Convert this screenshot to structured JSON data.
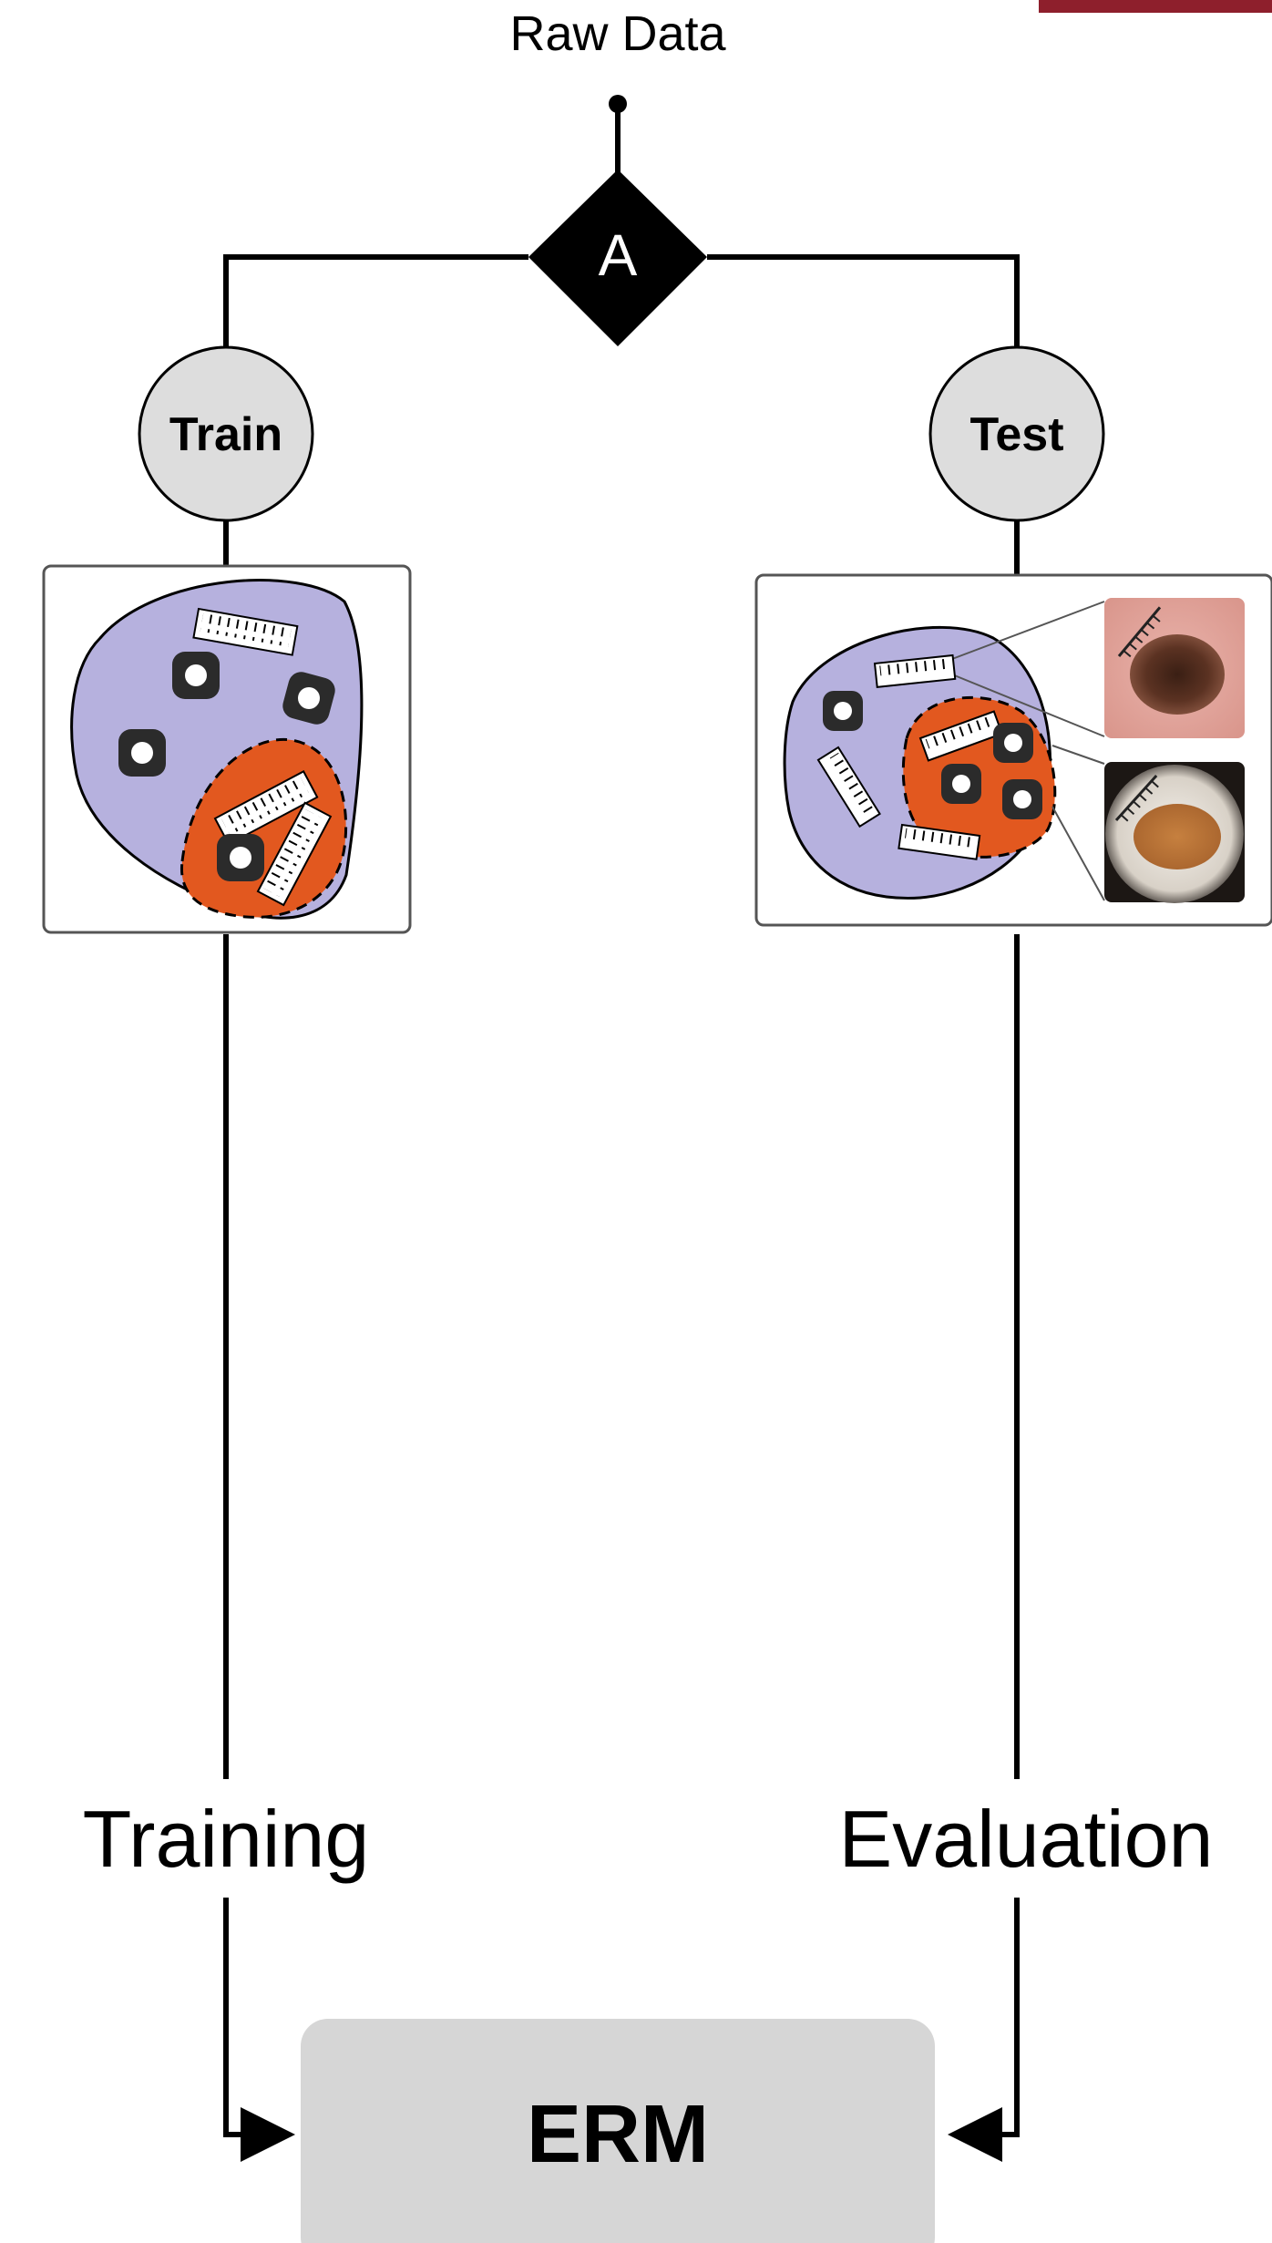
{
  "diagram": {
    "raw_data_label": "Raw Data",
    "split_node_label": "A",
    "train_label": "Train",
    "test_label": "Test",
    "training_label": "Training",
    "evaluation_label": "Evaluation",
    "erm_label": "ERM"
  },
  "colors": {
    "accent_bar": "#8e1f2c",
    "node_fill": "#dddddd",
    "erm_fill": "#d6d6d6",
    "cluster_outer": "#b6b1de",
    "cluster_inner": "#e2581f",
    "line": "#000000"
  },
  "icons": {
    "train_panel": "lesion-cluster-illustration",
    "test_panel": "lesion-cluster-illustration-with-photos",
    "photo_1": "dermoscopy-lesion-photo-with-ruler",
    "photo_2": "dermoscopy-lesion-photo-round-field"
  }
}
